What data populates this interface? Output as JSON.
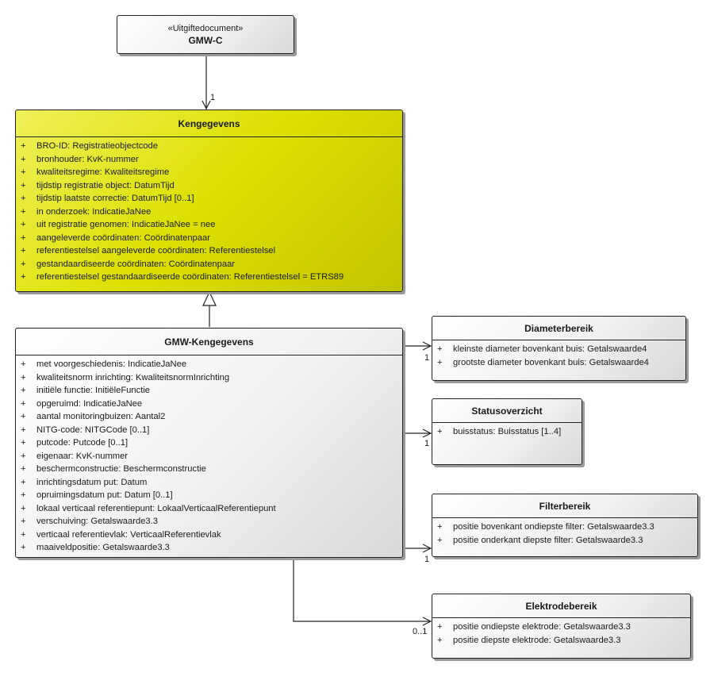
{
  "classes": {
    "gmwc": {
      "stereotype": "«Uitgiftedocument»",
      "name": "GMW-C"
    },
    "kengegevens": {
      "name": "Kengegevens",
      "attributes": [
        "BRO-ID: Registratieobjectcode",
        "bronhouder: KvK-nummer",
        "kwaliteitsregime: Kwaliteitsregime",
        "tijdstip registratie object: DatumTijd",
        "tijdstip laatste correctie: DatumTijd [0..1]",
        "in onderzoek: IndicatieJaNee",
        "uit registratie genomen: IndicatieJaNee = nee",
        "aangeleverde coördinaten: Coördinatenpaar",
        "referentiestelsel aangeleverde coördinaten: Referentiestelsel",
        "gestandaardiseerde coördinaten: Coördinatenpaar",
        "referentiestelsel gestandaardiseerde coördinaten: Referentiestelsel = ETRS89"
      ]
    },
    "gmwKengegevens": {
      "name": "GMW-Kengegevens",
      "attributes": [
        "met voorgeschiedenis: IndicatieJaNee",
        "kwaliteitsnorm inrichting: KwaliteitsnormInrichting",
        "initiële functie: InitiëleFunctie",
        "opgeruimd: IndicatieJaNee",
        "aantal monitoringbuizen: Aantal2",
        "NITG-code: NITGCode [0..1]",
        "putcode: Putcode [0..1]",
        "eigenaar: KvK-nummer",
        "beschermconstructie: Beschermconstructie",
        "inrichtingsdatum put: Datum",
        "opruimingsdatum put: Datum [0..1]",
        "lokaal verticaal referentiepunt: LokaalVerticaalReferentiepunt",
        "verschuiving: Getalswaarde3.3",
        "verticaal referentievlak: VerticaalReferentievlak",
        "maaiveldpositie: Getalswaarde3.3"
      ]
    },
    "diameterbereik": {
      "name": "Diameterbereik",
      "attributes": [
        "kleinste diameter bovenkant buis: Getalswaarde4",
        "grootste diameter bovenkant buis: Getalswaarde4"
      ]
    },
    "statusoverzicht": {
      "name": "Statusoverzicht",
      "attributes": [
        "buisstatus: Buisstatus [1..4]"
      ]
    },
    "filterbereik": {
      "name": "Filterbereik",
      "attributes": [
        "positie bovenkant ondiepste filter: Getalswaarde3.3",
        "positie onderkant diepste filter: Getalswaarde3.3"
      ]
    },
    "elektrodebereik": {
      "name": "Elektrodebereik",
      "attributes": [
        "positie ondiepste elektrode: Getalswaarde3.3",
        "positie diepste elektrode: Getalswaarde3.3"
      ]
    }
  },
  "visibility_symbol": "+",
  "multiplicities": {
    "gmwc_to_kengegevens": "1",
    "to_diameterbereik": "1",
    "to_statusoverzicht": "1",
    "to_filterbereik": "1",
    "to_elektrodebereik": "0..1"
  }
}
